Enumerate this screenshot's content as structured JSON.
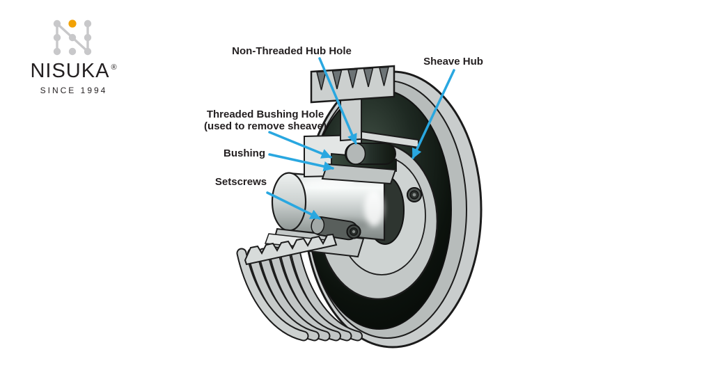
{
  "logo": {
    "brand": "NISUKA",
    "registered": "®",
    "tagline": "SINCE 1994"
  },
  "labels": {
    "non_threaded_hub_hole": {
      "line1": "Non-Threaded Hub Hole"
    },
    "sheave_hub": {
      "line1": "Sheave Hub"
    },
    "threaded_bushing_hole": {
      "line1": "Threaded Bushing Hole",
      "line2": "(used to remove sheave)"
    },
    "bushing": {
      "line1": "Bushing"
    },
    "setscrews": {
      "line1": "Setscrews"
    }
  },
  "colors": {
    "arrow_blue": "#29A7E0",
    "label_text": "#231F20",
    "logo_accent_orange": "#F2A205",
    "logo_dot_gray": "#C8C8CA",
    "metal_body_gray": "#C9CDCD",
    "sheave_dark_face": "#0D120E",
    "background": "#FFFFFF"
  }
}
